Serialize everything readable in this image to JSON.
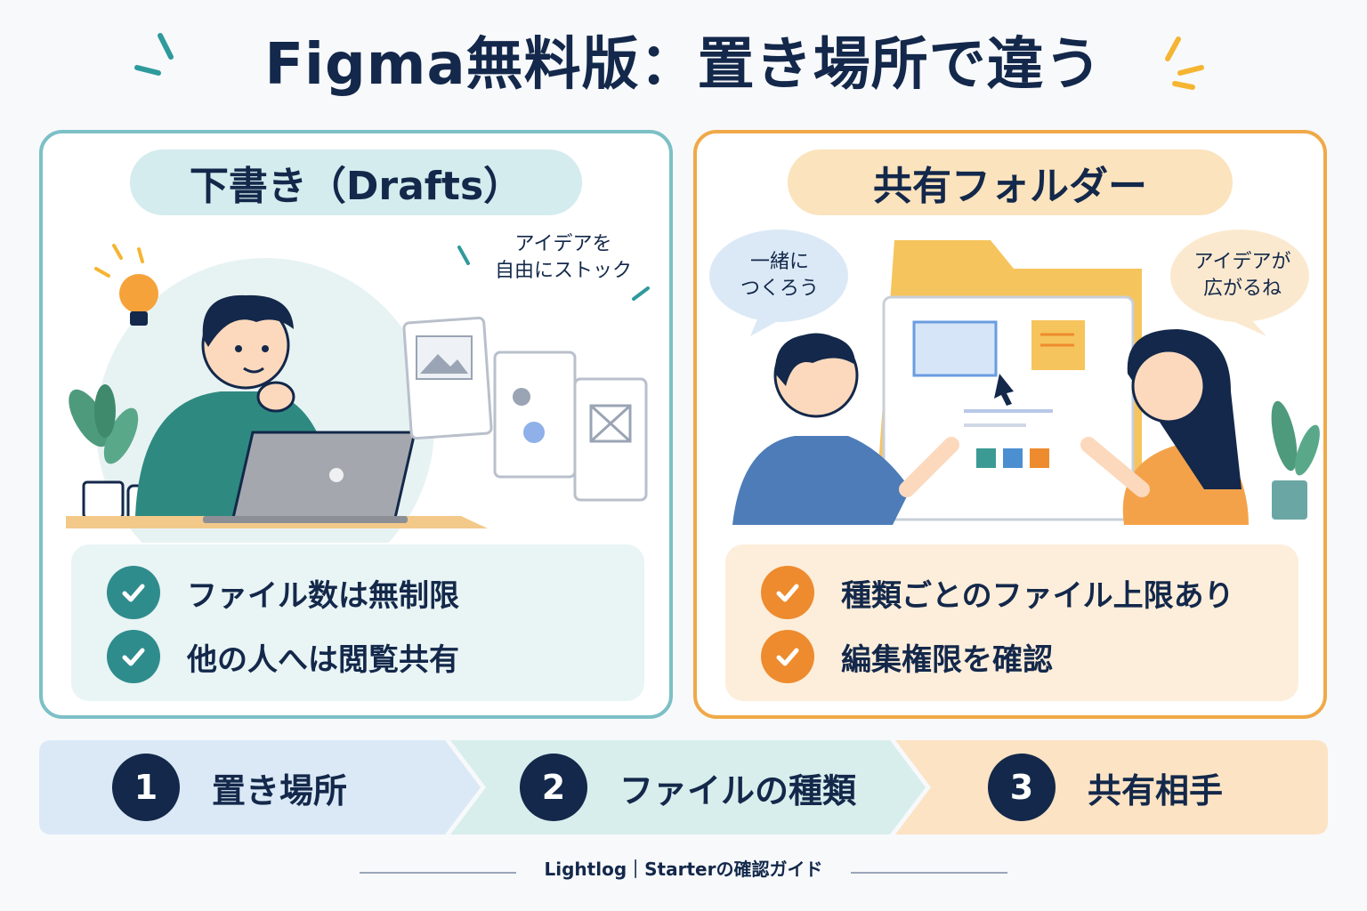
{
  "title": "Figma無料版：置き場所で違う",
  "left_panel": {
    "heading": "下書き（Drafts）",
    "bubble": [
      "アイデアを",
      "自由にストック"
    ],
    "checks": [
      "ファイル数は無制限",
      "他の人へは閲覧共有"
    ]
  },
  "right_panel": {
    "heading": "共有フォルダー",
    "bubble_left": [
      "一緒に",
      "つくろう"
    ],
    "bubble_right": [
      "アイデアが",
      "広がるね"
    ],
    "checks": [
      "種類ごとのファイル上限あり",
      "編集権限を確認"
    ]
  },
  "steps": [
    {
      "num": "1",
      "label": "置き場所"
    },
    {
      "num": "2",
      "label": "ファイルの種類"
    },
    {
      "num": "3",
      "label": "共有相手"
    }
  ],
  "footer": "Lightlog｜Starterの確認ガイド",
  "colors": {
    "navy": "#13284a",
    "teal": "#2f8c8c",
    "orange": "#ee8b2e",
    "teal_border": "#7cc0c6",
    "orange_border": "#f0a948"
  }
}
